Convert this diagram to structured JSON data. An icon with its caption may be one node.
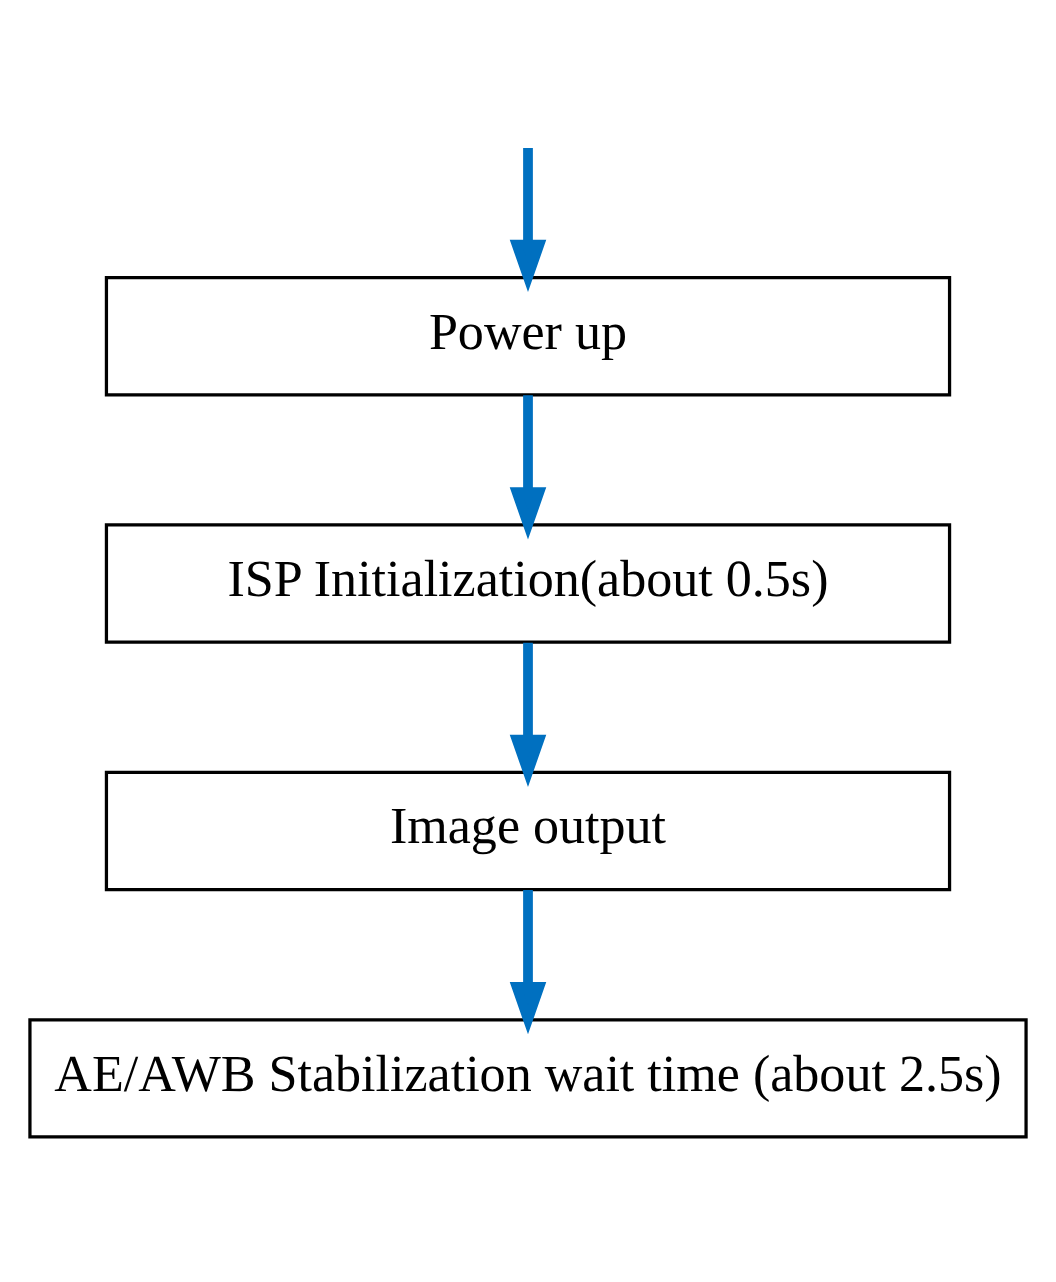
{
  "diagram": {
    "nodes": [
      {
        "text": [
          "Power up"
        ]
      },
      {
        "text": [
          "ISP Initialization(about 0.5s)"
        ]
      },
      {
        "text": [
          "Image output"
        ]
      },
      {
        "text": [
          "AE/AWB Stabilization wait time (about 2.5s)"
        ]
      }
    ],
    "edges": [
      {
        "from": null,
        "to": 0,
        "arrow": "to"
      },
      {
        "from": 0,
        "to": 1,
        "arrow": "to"
      },
      {
        "from": 1,
        "to": 2,
        "arrow": "to"
      },
      {
        "from": 2,
        "to": 3,
        "arrow": "to"
      }
    ]
  }
}
